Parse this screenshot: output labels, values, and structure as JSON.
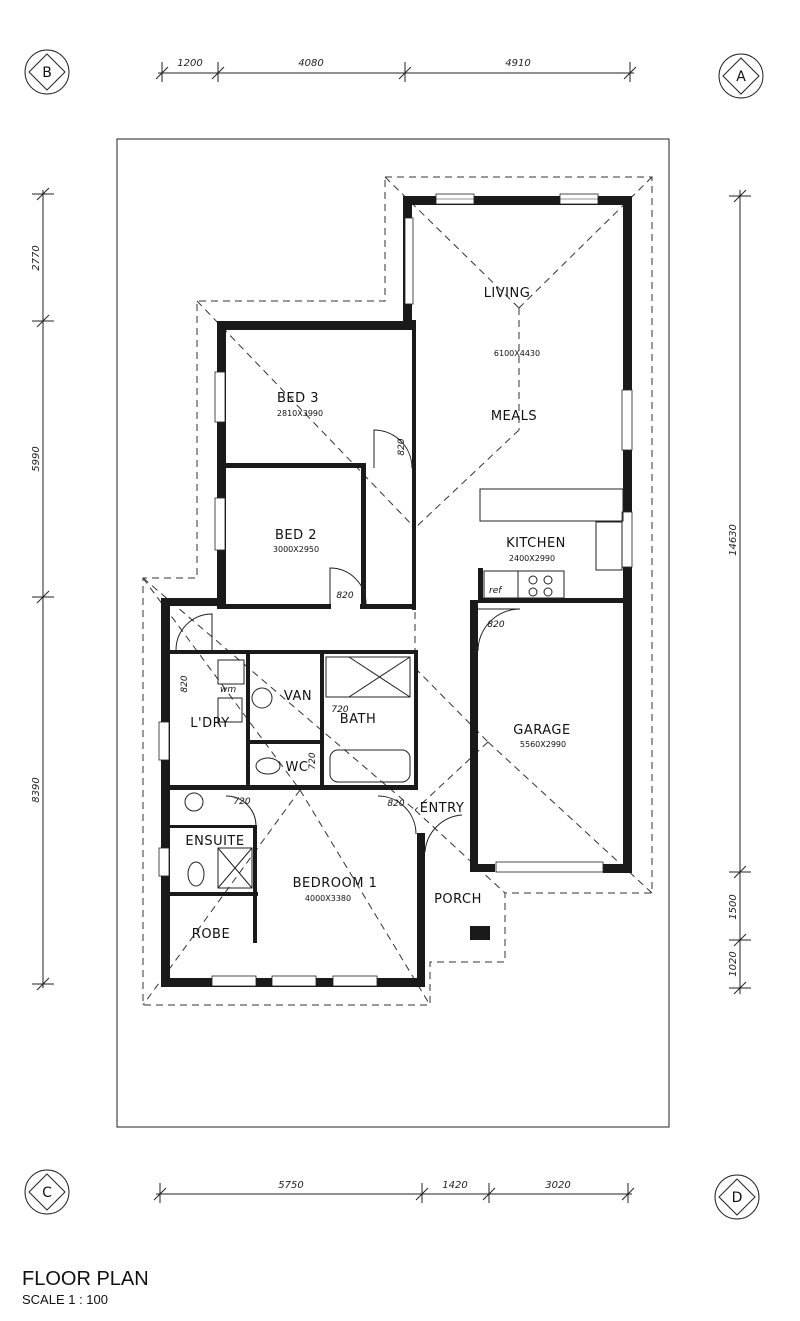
{
  "title": "FLOOR PLAN",
  "scale": "SCALE 1 : 100",
  "grid_markers": {
    "top_left": "B",
    "top_right": "A",
    "bottom_left": "C",
    "bottom_right": "D"
  },
  "dimensions": {
    "top": [
      "1200",
      "4080",
      "4910"
    ],
    "bottom": [
      "5750",
      "1420",
      "3020"
    ],
    "left": [
      "2770",
      "5990",
      "8390"
    ],
    "right": [
      "14630",
      "1500",
      "1020"
    ]
  },
  "rooms": {
    "living": {
      "label": "LIVING",
      "size": "6100X4430"
    },
    "meals": {
      "label": "MEALS"
    },
    "bed3": {
      "label": "BED 3",
      "size": "2810X3990"
    },
    "bed2": {
      "label": "BED 2",
      "size": "3000X2950"
    },
    "kitchen": {
      "label": "KITCHEN",
      "size": "2400X2990"
    },
    "garage": {
      "label": "GARAGE",
      "size": "5560X2990"
    },
    "laundry": {
      "label": "L'DRY"
    },
    "van": {
      "label": "VAN"
    },
    "bath": {
      "label": "BATH"
    },
    "wc": {
      "label": "WC"
    },
    "ensuite": {
      "label": "ENSUITE"
    },
    "bedroom1": {
      "label": "BEDROOM 1",
      "size": "4000X3380"
    },
    "robe": {
      "label": "ROBE"
    },
    "entry": {
      "label": "ENTRY"
    },
    "porch": {
      "label": "PORCH"
    }
  },
  "doors": {
    "bed3": "820",
    "bed2": "820",
    "garage": "820",
    "laundry": "820",
    "bath": "720",
    "wc": "720",
    "ensuite": "720",
    "entry": "820"
  },
  "fixtures": {
    "ref": "ref",
    "wm": "wm"
  }
}
